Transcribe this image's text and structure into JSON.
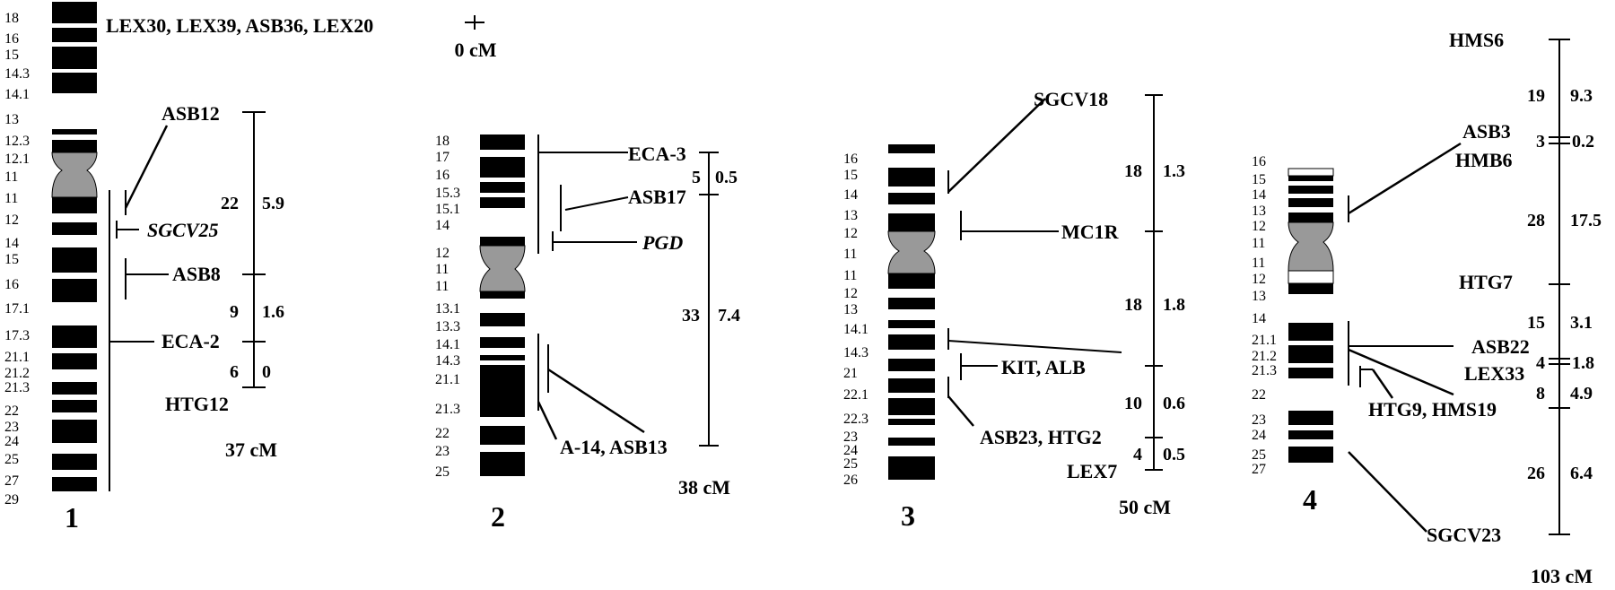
{
  "top": {
    "markers": "LEX30,  LEX39, ASB36, LEX20",
    "zero": "0 cM"
  },
  "chr1": {
    "number": "1",
    "bands": [
      "18",
      "16",
      "15",
      "14.3",
      "14.1",
      "13",
      "12.3",
      "12.1",
      "11",
      "11",
      "12",
      "14",
      "15",
      "16",
      "17.1",
      "17.3",
      "21.1",
      "21.2",
      "21.3",
      "22",
      "23",
      "24",
      "25",
      "27",
      "29"
    ],
    "markers": {
      "asb12": "ASB12",
      "sgcv25": "SGCV25",
      "asb8": "ASB8",
      "eca2": "ECA-2",
      "htg12": "HTG12"
    },
    "distances": {
      "a_lod": "22",
      "a_cm": "5.9",
      "b_lod": "9",
      "b_cm": "1.6",
      "c_lod": "6",
      "c_cm": "0"
    },
    "total": "37 cM"
  },
  "chr2": {
    "number": "2",
    "bands": [
      "18",
      "17",
      "16",
      "15.3",
      "15.1",
      "14",
      "12",
      "11",
      "11",
      "13.1",
      "13.3",
      "14.1",
      "14.3",
      "21.1",
      "21.3",
      "22",
      "23",
      "25"
    ],
    "markers": {
      "eca3": "ECA-3",
      "asb17": "ASB17",
      "pgd": "PGD",
      "a14": "A-14, ASB13"
    },
    "distances": {
      "a_lod": "5",
      "a_cm": "0.5",
      "b_lod": "33",
      "b_cm": "7.4"
    },
    "total": "38 cM"
  },
  "chr3": {
    "number": "3",
    "bands": [
      "16",
      "15",
      "14",
      "13",
      "12",
      "11",
      "11",
      "12",
      "13",
      "14.1",
      "14.3",
      "21",
      "22.1",
      "22.3",
      "23",
      "24",
      "25",
      "26"
    ],
    "markers": {
      "sgcv18": "SGCV18",
      "mc1r": "MC1R",
      "kit": "KIT,  ALB",
      "asb23": "ASB23, HTG2",
      "lex7": "LEX7"
    },
    "distances": {
      "a_lod": "18",
      "a_cm": "1.3",
      "b_lod": "18",
      "b_cm": "1.8",
      "c_lod": "10",
      "c_cm": "0.6",
      "d_lod": "4",
      "d_cm": "0.5"
    },
    "total": "50 cM"
  },
  "chr4": {
    "number": "4",
    "bands": [
      "16",
      "15",
      "14",
      "13",
      "12",
      "11",
      "11",
      "12",
      "13",
      "14",
      "21.1",
      "21.2",
      "21.3",
      "22",
      "23",
      "24",
      "25",
      "27"
    ],
    "markers": {
      "hms6": "HMS6",
      "asb3": "ASB3",
      "hmb6": "HMB6",
      "htg7": "HTG7",
      "asb22": "ASB22",
      "lex33": "LEX33",
      "htg9": "HTG9, HMS19",
      "sgcv23": "SGCV23"
    },
    "distances": {
      "a_lod": "19",
      "a_cm": "9.3",
      "b_lod": "3",
      "b_cm": "0.2",
      "c_lod": "28",
      "c_cm": "17.5",
      "d_lod": "15",
      "d_cm": "3.1",
      "e_lod": "4",
      "e_cm": "1.8",
      "f_lod": "8",
      "f_cm": "4.9",
      "g_lod": "26",
      "g_cm": "6.4"
    },
    "total": "103 cM"
  }
}
